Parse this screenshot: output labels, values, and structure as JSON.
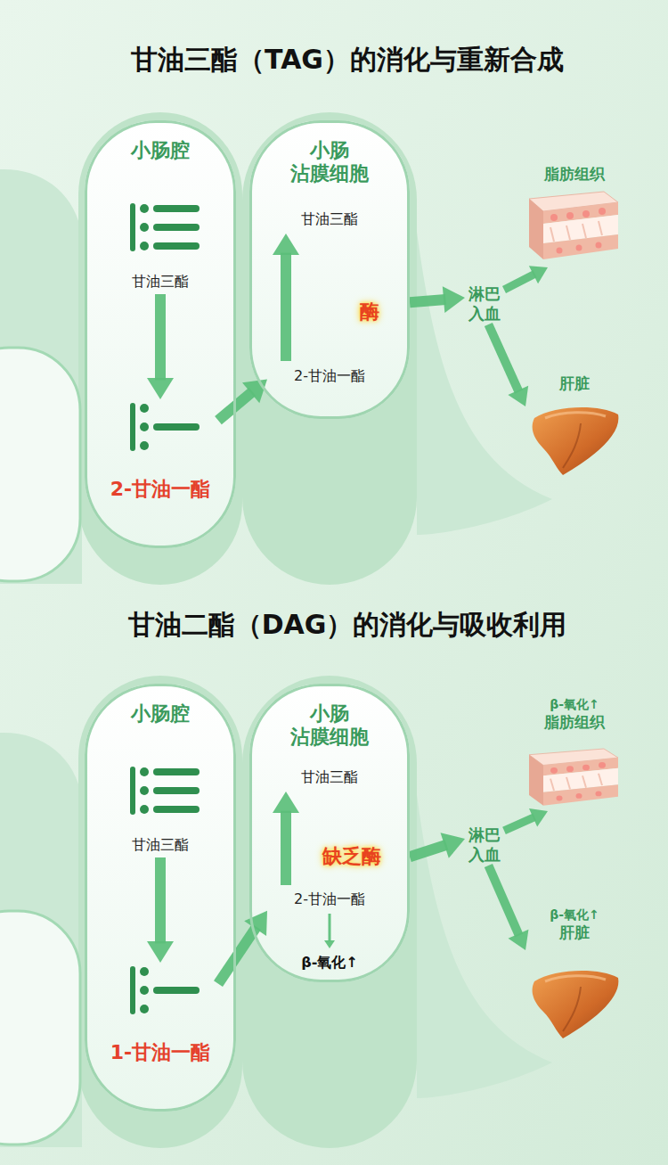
{
  "diagram": {
    "title": "甘油三酯（TAG）的消化与重新合成",
    "nodes": [
      {
        "text": [
          "小肠腔"
        ]
      },
      {
        "text": [
          "甘油三酯"
        ],
        "in": 0
      },
      {
        "text": [
          "2-甘油一酯"
        ],
        "in": 0
      },
      {
        "text": [
          "小肠 沾膜细胞"
        ]
      },
      {
        "text": [
          "甘油三酯"
        ],
        "in": 3
      },
      {
        "text": [
          "2-甘油一酯"
        ],
        "in": 3
      },
      {
        "text": [
          "淋巴 入血"
        ]
      },
      {
        "text": [
          "脂肪组织"
        ]
      },
      {
        "text": [
          "肝脏"
        ]
      },
      {
        "text": [
          "小肠腔"
        ]
      },
      {
        "text": [
          "甘油三酯"
        ],
        "in": 9
      },
      {
        "text": [
          "1-甘油一酯"
        ],
        "in": 9
      },
      {
        "text": [
          "小肠 沾膜细胞"
        ]
      },
      {
        "text": [
          "甘油三酯"
        ],
        "in": 12
      },
      {
        "text": [
          "2-甘油一酯"
        ],
        "in": 12
      },
      {
        "text": [
          "β-氧化↑"
        ],
        "in": 12
      },
      {
        "text": [
          "淋巴 入血"
        ]
      },
      {
        "text": [
          "β-氧化↑",
          "脂肪组织"
        ]
      },
      {
        "text": [
          "β-氧化↑",
          "肝脏"
        ]
      }
    ],
    "edges": [
      {
        "from": 1,
        "to": 2,
        "arrow": "to"
      },
      {
        "from": 2,
        "to": 5,
        "arrow": "to"
      },
      {
        "from": 5,
        "to": 4,
        "arrow": "to"
      },
      {
        "from": 3,
        "to": 6,
        "arrow": "to"
      },
      {
        "from": 6,
        "to": 7,
        "arrow": "to"
      },
      {
        "from": 6,
        "to": 8,
        "arrow": "to"
      },
      {
        "from": 10,
        "to": 11,
        "arrow": "to"
      },
      {
        "from": 11,
        "to": 14,
        "arrow": "to"
      },
      {
        "from": 14,
        "to": 13,
        "arrow": "to"
      },
      {
        "from": 14,
        "to": 15,
        "arrow": "to"
      },
      {
        "from": 12,
        "to": 16,
        "arrow": "to"
      },
      {
        "from": 16,
        "to": 17,
        "arrow": "to"
      },
      {
        "from": 16,
        "to": 18,
        "arrow": "to"
      }
    ],
    "labels": [
      "酶",
      "甘油二酯（DAG）的消化与吸收利用",
      "缺乏酶"
    ]
  }
}
